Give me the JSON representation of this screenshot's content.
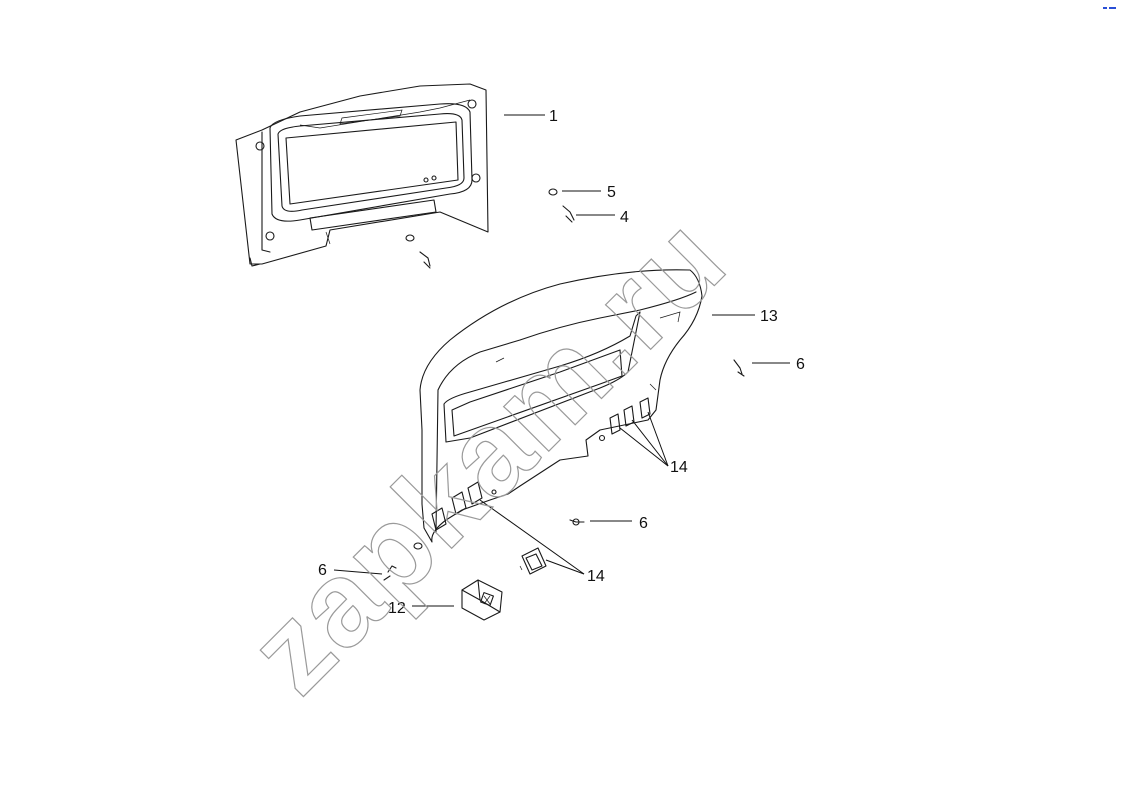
{
  "diagram": {
    "callouts": {
      "c1": "1",
      "c5": "5",
      "c4": "4",
      "c13": "13",
      "c6a": "6",
      "c14a": "14",
      "c6b": "6",
      "c14b": "14",
      "c6c": "6",
      "c12": "12"
    },
    "watermark": "zapkam.ru"
  }
}
